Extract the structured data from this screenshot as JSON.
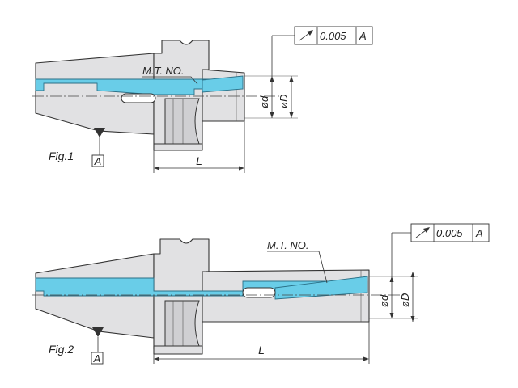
{
  "fig1": {
    "caption": "Fig.1",
    "mt_no_label": "M.T. NO.",
    "dia_small": "ød",
    "dia_large": "øD",
    "length_label": "L",
    "datum_label": "A",
    "gdt": {
      "symbol": "circular-runout-arrow",
      "tolerance": "0.005",
      "datum": "A"
    }
  },
  "fig2": {
    "caption": "Fig.2",
    "mt_no_label": "M.T. NO.",
    "dia_small": "ød",
    "dia_large": "øD",
    "length_label": "L",
    "datum_label": "A",
    "gdt": {
      "symbol": "circular-runout-arrow",
      "tolerance": "0.005",
      "datum": "A"
    }
  },
  "colors": {
    "bore": "#69cde8",
    "body": "#e1e1e3",
    "line": "#333333"
  }
}
